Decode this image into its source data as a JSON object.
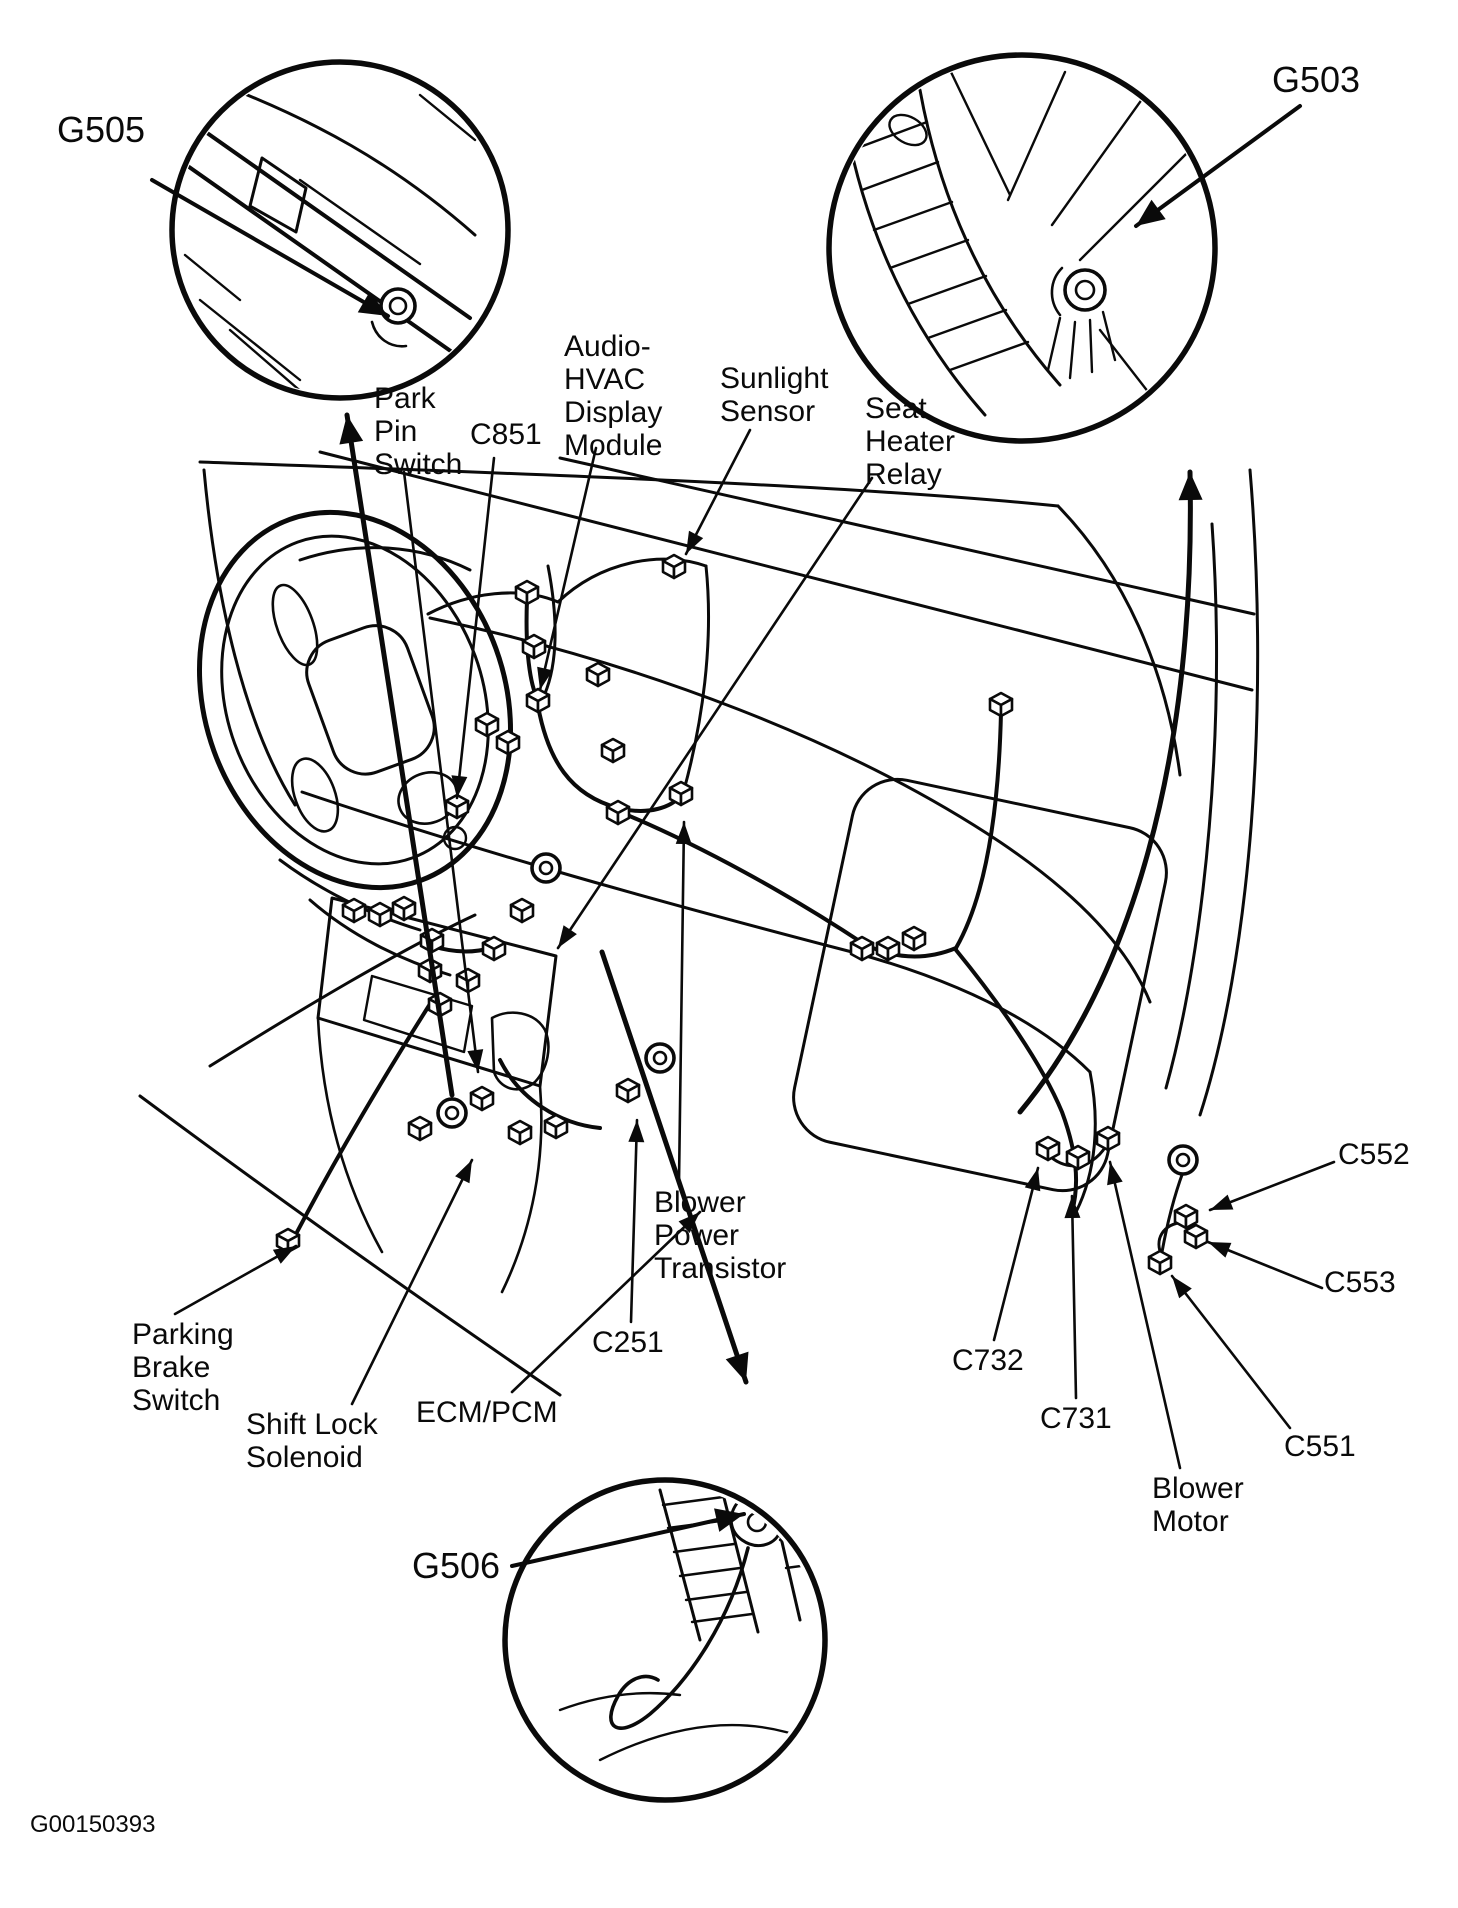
{
  "figure": {
    "type": "ground-distribution-component-location-diagram",
    "colors": {
      "ink": "#0a0a0a",
      "paper": "#ffffff"
    },
    "callouts": {
      "g505": "G505",
      "g503": "G503",
      "g506": "G506",
      "park_pin_switch": "Park\nPin\nSwitch",
      "c851": "C851",
      "audio_hvac_display_module": "Audio-\nHVAC\nDisplay\nModule",
      "sunlight_sensor": "Sunlight\nSensor",
      "seat_heater_relay": "Seat\nHeater\nRelay",
      "parking_brake_switch": "Parking\nBrake\nSwitch",
      "shift_lock_solenoid": "Shift Lock\nSolenoid",
      "ecm_pcm": "ECM/PCM",
      "c251": "C251",
      "blower_power_transistor": "Blower\nPower\nTransistor",
      "c732": "C732",
      "c731": "C731",
      "blower_motor": "Blower\nMotor",
      "c552": "C552",
      "c553": "C553",
      "c551": "C551",
      "figure_code": "G00150393"
    }
  }
}
